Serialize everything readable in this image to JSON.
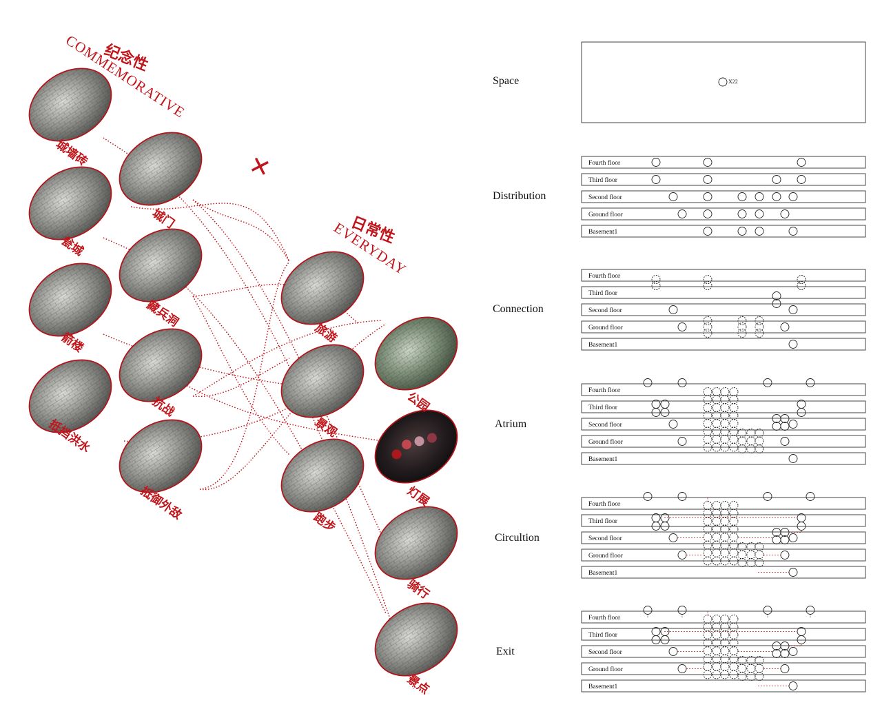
{
  "commemorative": {
    "title_cn": "纪念性",
    "title_en": "COMMEMORATIVE",
    "items": [
      "城墙砖",
      "瓮城",
      "箭楼",
      "抵挡洪水",
      "城门",
      "藏兵洞",
      "抗战",
      "抵御外敌"
    ]
  },
  "everyday": {
    "title_cn": "日常性",
    "title_en": "EVERYDAY",
    "items": [
      "旅游",
      "景观",
      "跑步",
      "公园",
      "灯展",
      "骑行",
      "景点"
    ]
  },
  "cross_mark": "✕",
  "colors": {
    "accent": "#c0161b",
    "ink": "#222222"
  },
  "space": {
    "label": "Space",
    "marker": "X22"
  },
  "floors": [
    "Fourth floor",
    "Third floor",
    "Second floor",
    "Ground floor",
    "Basement1"
  ],
  "sections": [
    "Distribution",
    "Connection",
    "Atrium",
    "Circultion",
    "Exit"
  ]
}
